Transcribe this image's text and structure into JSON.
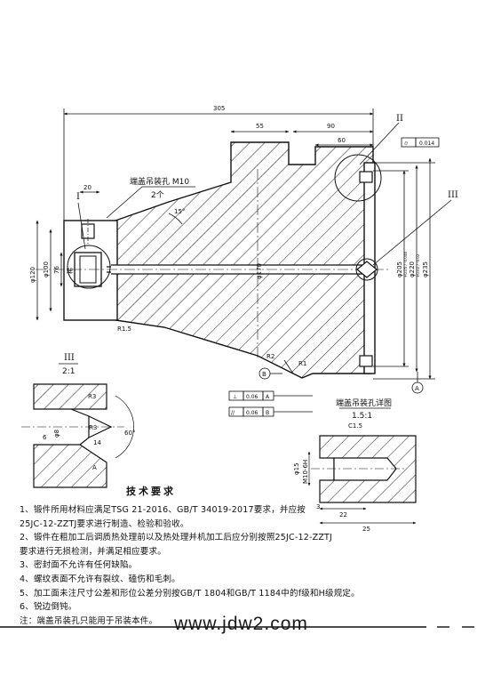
{
  "dims": {
    "overall": "305",
    "d_90": "90",
    "d_55": "55",
    "d_60": "60",
    "d_20": "20",
    "d_120": "φ120",
    "d_100": "φ100",
    "d_76": "76",
    "d_deep": "稀",
    "d_170": "φ170",
    "d_205": "φ205",
    "d_205_tol": "+0.05 / -0.046",
    "d_220": "φ220",
    "d_220_tol": "+0.02 / -0.02",
    "d_235": "φ235",
    "angle_15": "15°",
    "r15": "R1.5",
    "r2": "R2",
    "r1": "R1"
  },
  "labels": {
    "mark_I": "I",
    "mark_II": "II",
    "mark_III": "III",
    "lifting_hole": "端盖吊装孔 M10",
    "lifting_count": "2个",
    "datum_A": "A",
    "datum_B": "B"
  },
  "tolerances": {
    "top": {
      "symbol": "⌭",
      "value": "0.014"
    },
    "perp": {
      "symbol": "⊥",
      "value": "0.06",
      "datum": "A"
    },
    "parallel": {
      "symbol": "//",
      "value": "0.06",
      "datum": "B"
    }
  },
  "detail_III": {
    "title": "III",
    "scale": "2:1",
    "r3a": "R3",
    "r3b": "R3",
    "d8": "φ8",
    "d6": "6",
    "d14": "14",
    "angle60": "60°",
    "mark_A": "A"
  },
  "detail_lift": {
    "title": "端盖吊装孔详图",
    "scale": "1.5:1",
    "c15": "C1.5",
    "d15": "φ15",
    "thread": "M10-6H",
    "d3": "3",
    "d22": "22",
    "d25": "25"
  },
  "notes": {
    "title": "技术要求",
    "lines": [
      "1、锻件所用材料应满足TSG 21-2016、GB/T 34019-2017要求，并应按",
      "   25JC-12-ZZTJ要求进行制造、检验和验收。",
      "2、锻件在粗加工后调质热处理前以及热处理并机加工后应分别按照25JC-12-ZZTJ",
      "   要求进行无损检测，并满足相应要求。",
      "3、密封面不允许有任何缺陷。",
      "4、螺纹表面不允许有裂纹、磕伤和毛刺。",
      "5、加工面未注尺寸公差和形位公差分别按GB/T 1804和GB/T 1184中的f级和H级规定。",
      "6、锐边倒钝。",
      "注：端盖吊装孔只能用于吊装本件。"
    ]
  },
  "watermark": "www.jdw2.com"
}
